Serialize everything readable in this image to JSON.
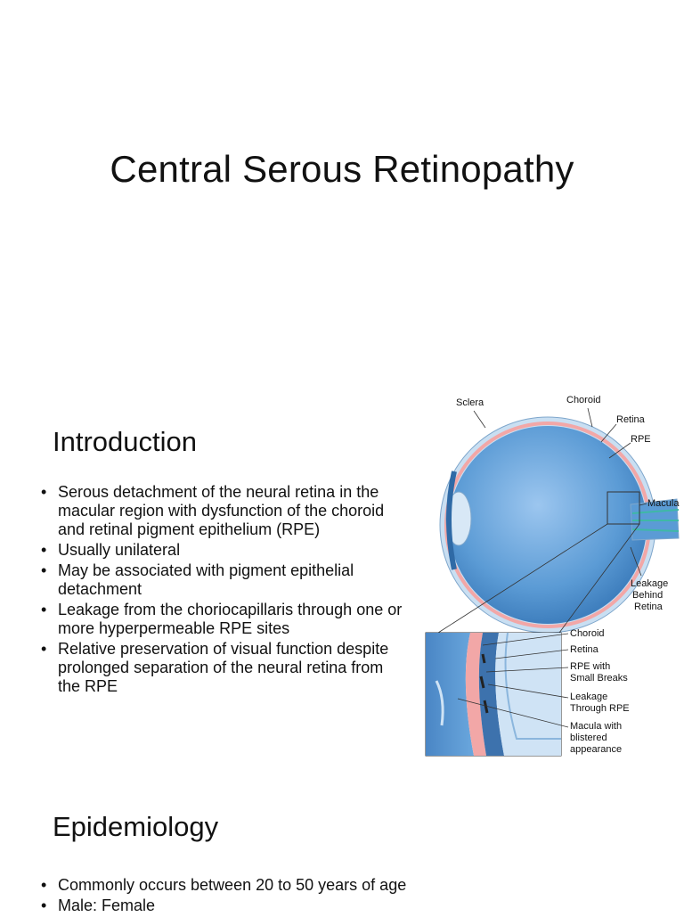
{
  "slide1": {
    "title": "Central Serous Retinopathy"
  },
  "slide2": {
    "heading": "Introduction",
    "bullets": [
      "Serous detachment of the neural retina in the macular region with dysfunction of the choroid and retinal pigment epithelium (RPE)",
      "Usually unilateral",
      "May be associated with pigment epithelial detachment",
      "Leakage from the choriocapillaris through one or more hyperpermeable RPE sites",
      "Relative preservation of visual function despite prolonged separation of the neural retina from the RPE"
    ],
    "diagram": {
      "labels": {
        "sclera": "Sclera",
        "choroid": "Choroid",
        "retina": "Retina",
        "rpe": "RPE",
        "macula": "Macula",
        "leakage_behind_line1": "Leakage",
        "leakage_behind_line2": "Behind",
        "leakage_behind_line3": "Retina"
      },
      "inset_labels": {
        "choroid": "Choroid",
        "retina": "Retina",
        "rpe_line1": "RPE with",
        "rpe_line2": "Small Breaks",
        "leakage_line1": "Leakage",
        "leakage_line2": "Through RPE",
        "macula_line1": "Macula with",
        "macula_line2": "blistered",
        "macula_line3": "appearance"
      },
      "colors": {
        "eye_fill": "#5b9bd5",
        "sclera": "#c9dff2",
        "retina_band": "#f2a7a7",
        "outline": "#333333"
      }
    }
  },
  "slide3": {
    "heading": "Epidemiology",
    "bullets": [
      "Commonly occurs between 20 to 50 years of age",
      "Male: Female"
    ]
  }
}
